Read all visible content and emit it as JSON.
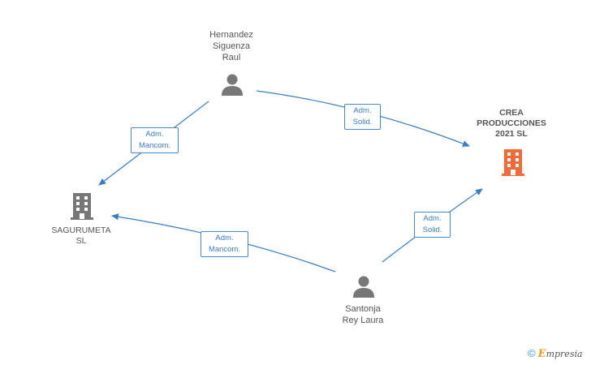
{
  "nodes": {
    "hernandez": {
      "label": "Hernandez\nSiguenza\nRaul",
      "type": "person"
    },
    "santonja": {
      "label": "Santonja\nRey Laura",
      "type": "person"
    },
    "sagurumeta": {
      "label": "SAGURUMETA\nSL",
      "type": "company"
    },
    "crea": {
      "label": "CREA\nPRODUCCIONES\n2021  SL",
      "type": "company",
      "highlight": true
    }
  },
  "edges": [
    {
      "from": "hernandez",
      "to": "sagurumeta",
      "label": "Adm.\nMancom."
    },
    {
      "from": "hernandez",
      "to": "crea",
      "label": "Adm.\nSolid."
    },
    {
      "from": "santonja",
      "to": "sagurumeta",
      "label": "Adm.\nMancom."
    },
    {
      "from": "santonja",
      "to": "crea",
      "label": "Adm.\nSolid."
    }
  ],
  "colors": {
    "edge": "#3b7dc4",
    "person_icon": "#777777",
    "company_icon": "#777777",
    "highlight_icon": "#f26a3a"
  },
  "brand": {
    "symbol": "©",
    "initial": "E",
    "rest": "mpresia"
  }
}
